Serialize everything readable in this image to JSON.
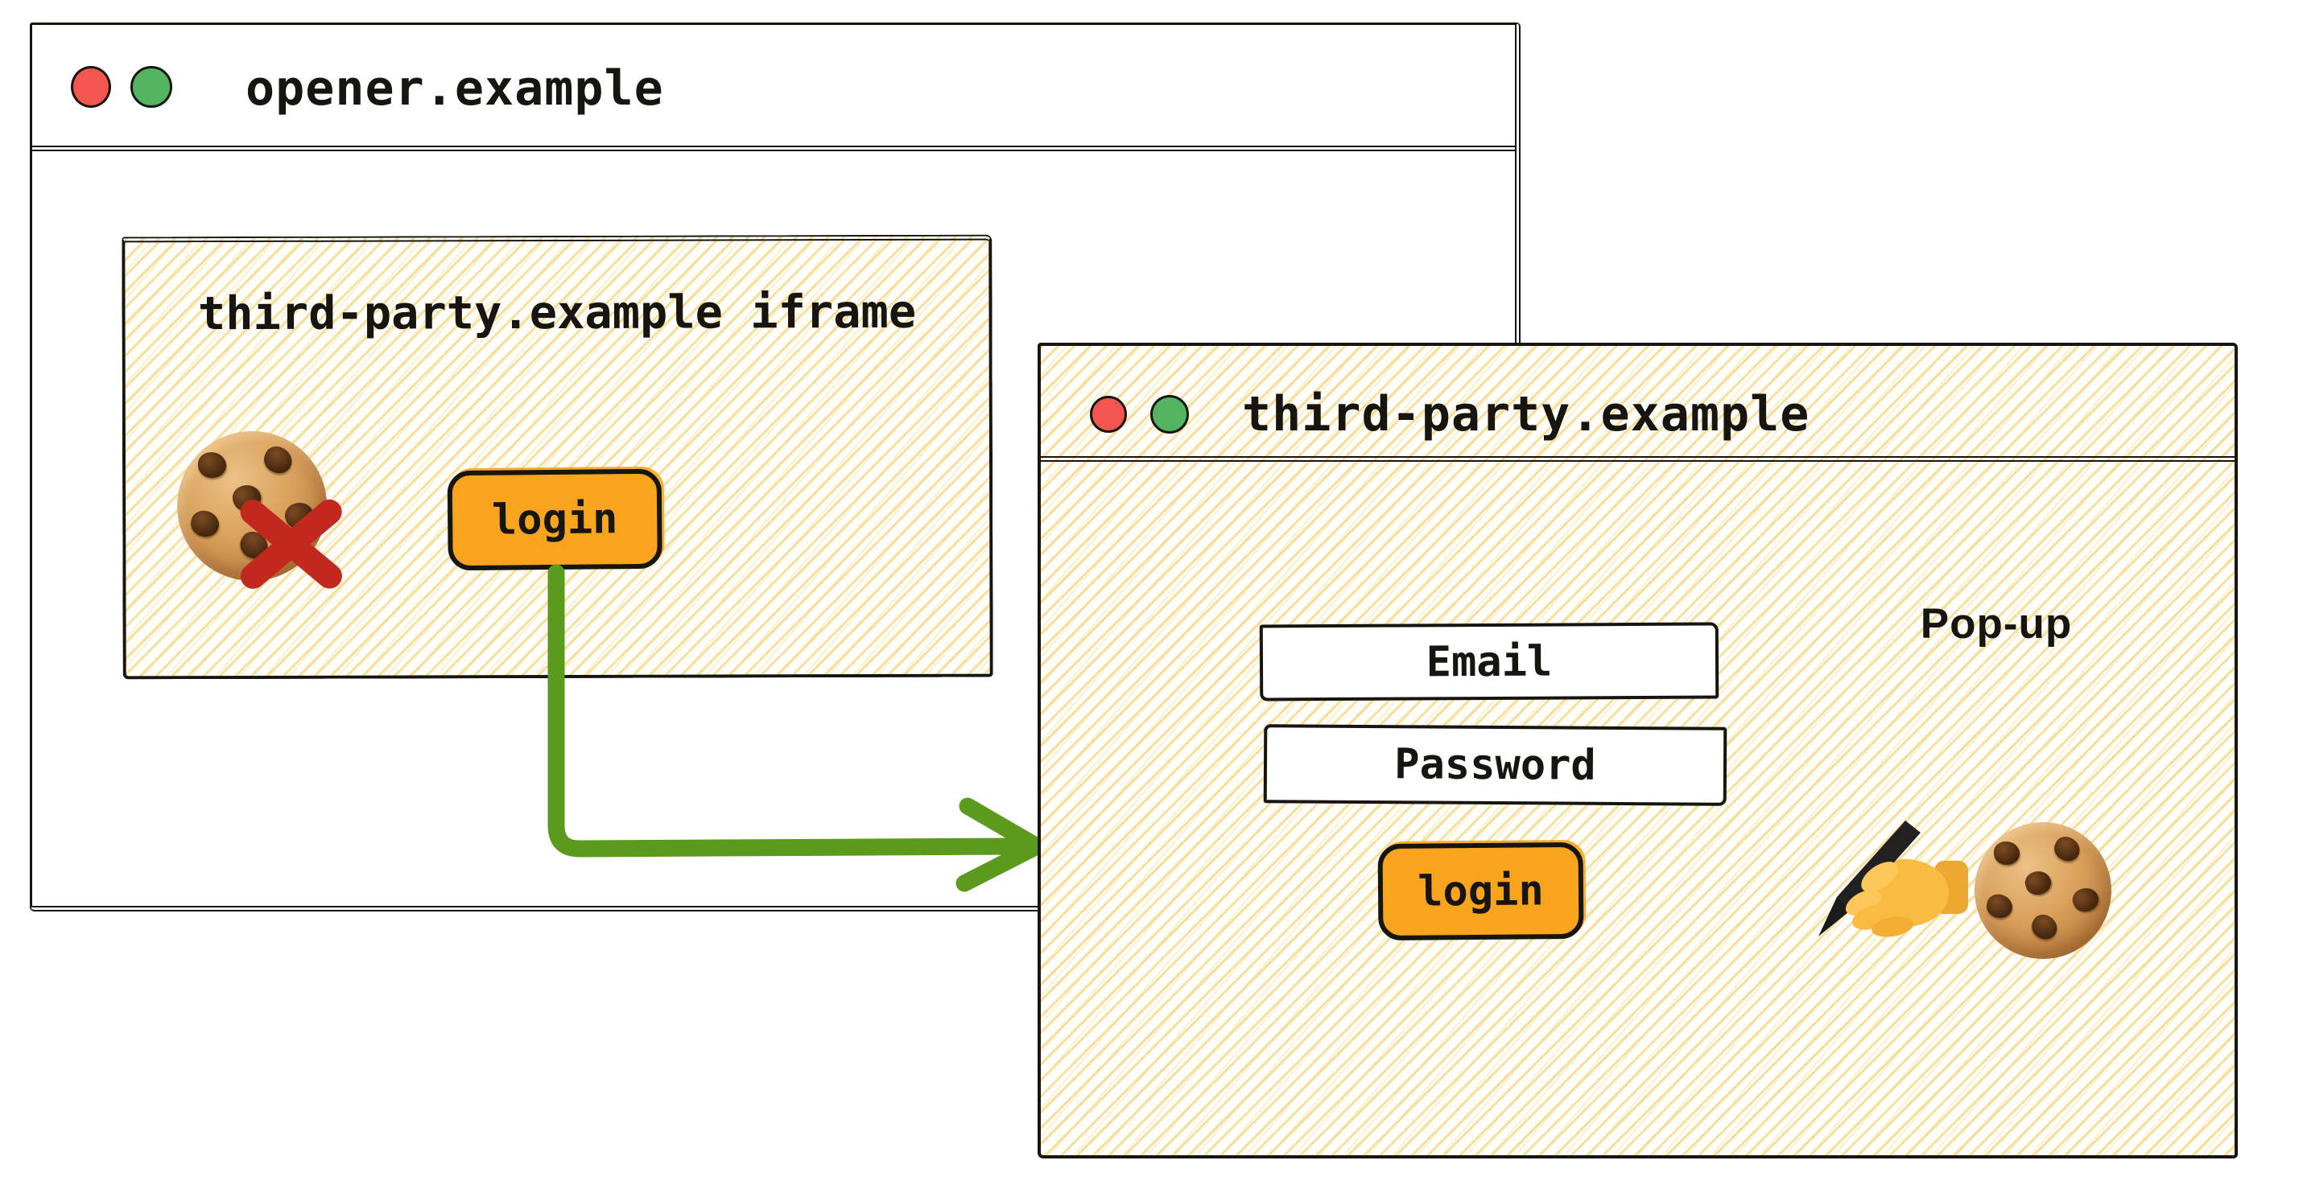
{
  "colors": {
    "ink": "#17150f",
    "button_orange": "#f8a41d",
    "arrow_green": "#5c9a1e",
    "cross_red": "#c2281e",
    "traffic_red": "#f2564f",
    "traffic_green": "#52b45e",
    "hatch_yellow": "#f8d98a"
  },
  "opener_window": {
    "title": "opener.example",
    "traffic_lights": [
      {
        "name": "red-traffic-light",
        "color": "#f2564f"
      },
      {
        "name": "green-traffic-light",
        "color": "#52b45e"
      }
    ],
    "iframe": {
      "label": "third-party.example iframe",
      "cookie_icon": "cookie-icon",
      "blocked_mark_icon": "red-cross-icon",
      "login_button_label": "login"
    }
  },
  "connector": {
    "type": "elbow-arrow",
    "color": "#5c9a1e",
    "from": "iframe login button",
    "to": "popup window"
  },
  "popup_window": {
    "title": "third-party.example",
    "annotation": "Pop-up",
    "traffic_lights": [
      {
        "name": "red-traffic-light",
        "color": "#f2564f"
      },
      {
        "name": "green-traffic-light",
        "color": "#52b45e"
      }
    ],
    "form": {
      "email_field_label": "Email",
      "password_field_label": "Password",
      "login_button_label": "login"
    },
    "icons": [
      "writing-hand-icon",
      "cookie-icon"
    ]
  }
}
